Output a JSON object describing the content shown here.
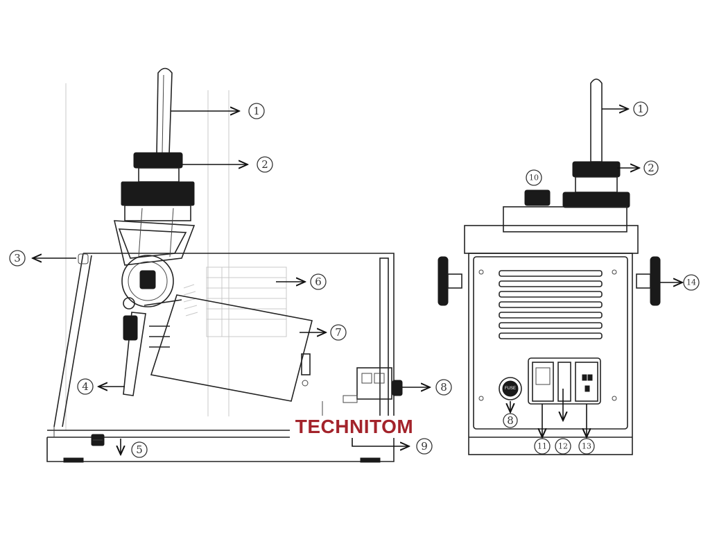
{
  "logo": {
    "text": "TECHNITOM",
    "color": "#a3232b"
  },
  "callouts": {
    "c1": "1",
    "c2": "2",
    "c3": "3",
    "c4": "4",
    "c5": "5",
    "c6": "6",
    "c7": "7",
    "c8": "8",
    "c9": "9",
    "c10": "10",
    "c11": "11",
    "c12": "12",
    "c13": "13",
    "c14": "14"
  },
  "fuse_label": "FUSE"
}
